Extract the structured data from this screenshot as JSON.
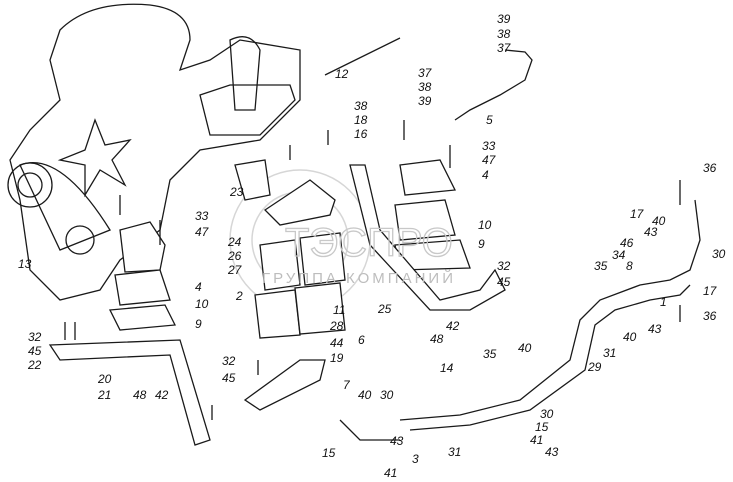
{
  "watermark": {
    "logo_text": "ТЭСПРО",
    "sub_text": "ГРУППА КОМПАНИЙ"
  },
  "labels": [
    "39",
    "38",
    "37",
    "12",
    "37",
    "38",
    "39",
    "5",
    "38",
    "18",
    "16",
    "33",
    "47",
    "4",
    "36",
    "23",
    "17",
    "40",
    "43",
    "46",
    "34",
    "30",
    "8",
    "35",
    "33",
    "47",
    "24",
    "26",
    "27",
    "10",
    "9",
    "32",
    "45",
    "13",
    "2",
    "25",
    "17",
    "36",
    "1",
    "43",
    "40",
    "31",
    "29",
    "4",
    "10",
    "9",
    "42",
    "48",
    "11",
    "28",
    "6",
    "44",
    "19",
    "32",
    "45",
    "22",
    "20",
    "21",
    "48",
    "42",
    "32",
    "45",
    "7",
    "40",
    "30",
    "14",
    "35",
    "40",
    "30",
    "15",
    "41",
    "43",
    "15",
    "43",
    "41",
    "3",
    "31"
  ]
}
